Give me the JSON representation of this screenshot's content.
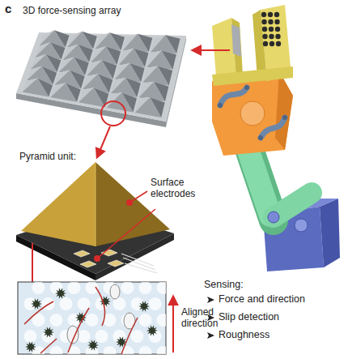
{
  "diagram": {
    "labels": [
      "c",
      "3D force-sensing array",
      "Pyramid unit:",
      "Surface electrodes",
      "Aligned direction",
      "Sensing:",
      "Force and direction",
      "Slip detection",
      "Roughness"
    ]
  }
}
